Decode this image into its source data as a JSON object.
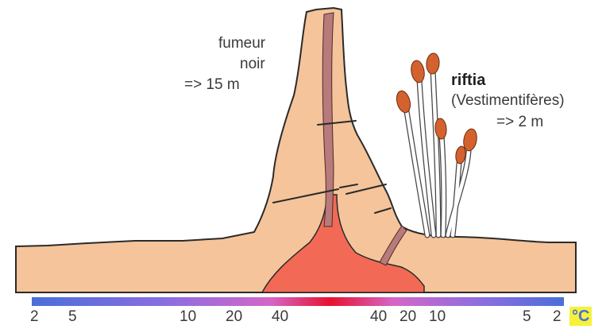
{
  "labels": {
    "smoker_name_l1": "fumeur",
    "smoker_name_l2": "noir",
    "smoker_height": "=> 15 m",
    "riftia_name": "riftia",
    "riftia_group": "(Vestimentifères)",
    "riftia_height": "=> 2 m"
  },
  "scale": {
    "ticks": [
      "2",
      "5",
      "10",
      "20",
      "40",
      "40",
      "20",
      "10",
      "5",
      "2"
    ],
    "unit": "°C"
  },
  "colors": {
    "rock": "#f5c49a",
    "hot_fluid": "#f26a55",
    "channel": "#b87a7a",
    "outline": "#2a2a2a",
    "worm_tube": "#ffffff",
    "worm_plume": "#d4622e",
    "scale_cold": "#4a6fd8",
    "scale_mid": "#d466c8",
    "scale_hot": "#e8112f",
    "unit_bg": "#f6f23a"
  }
}
